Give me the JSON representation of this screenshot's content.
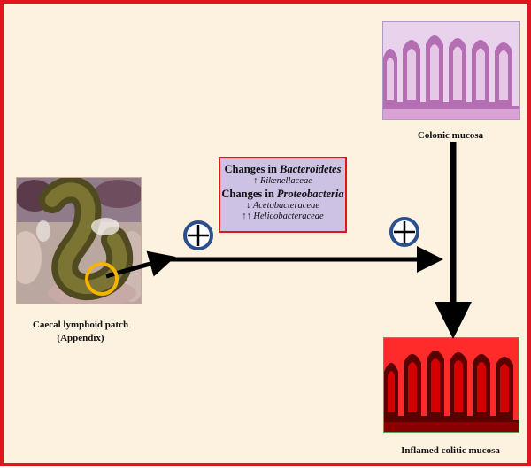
{
  "labels": {
    "caecal_line1": "Caecal lymphoid patch",
    "caecal_line2": "(Appendix)",
    "colonic": "Colonic mucosa",
    "inflamed": "Inflamed colitic mucosa"
  },
  "box": {
    "bacteroidetes_prefix": "Changes in ",
    "bacteroidetes_name": "Bacteroidetes",
    "rikenellaceae_arrow": "↑",
    "rikenellaceae": "Rikenellaceae",
    "proteobacteria_prefix": "Changes in ",
    "proteobacteria_name": "Proteobacteria",
    "acetobacteraceae_arrow": "↓",
    "acetobacteraceae": "Acetobacteraceae",
    "helicobacteraceae_arrow": "↑↑",
    "helicobacteraceae": "Helicobacteraceae"
  },
  "colors": {
    "background": "#fdf1df",
    "frame": "#e0161d",
    "box_fill": "#cdc1e4",
    "plus_circle": "#2b4e8c",
    "highlight_ring": "#f5b400",
    "inflamed_tint": "#e0161d"
  },
  "icons": [
    "circled-plus-icon",
    "circled-plus-icon",
    "highlight-circle-icon"
  ]
}
